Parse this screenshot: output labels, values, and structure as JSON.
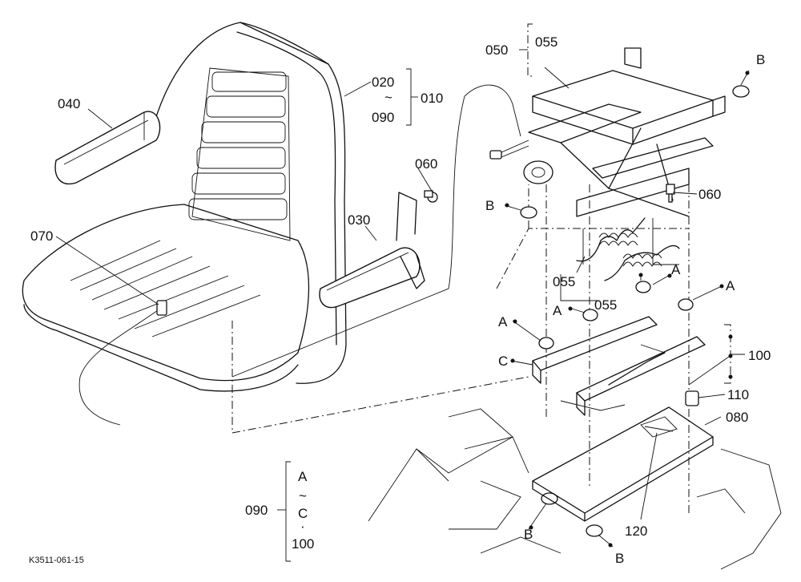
{
  "figure_ref": "K3511-061-15",
  "callouts": {
    "p010": "010",
    "p020": "020",
    "tilde": "~",
    "p090a": "090",
    "p030": "030",
    "p040": "040",
    "p050": "050",
    "p055a": "055",
    "p055b": "055",
    "p055c": "055",
    "p060a": "060",
    "p060b": "060",
    "p070": "070",
    "p080": "080",
    "p100": "100",
    "p110": "110",
    "p120": "120",
    "p090b": "090"
  },
  "letters": {
    "b1": "B",
    "b2": "B",
    "b3": "B",
    "b4": "B",
    "a1": "A",
    "a2": "A",
    "a3": "A",
    "a4": "A",
    "c1": "C"
  },
  "range_note": {
    "from": "A",
    "sep": "~",
    "to": "C",
    "dot": "·",
    "last": "100"
  }
}
